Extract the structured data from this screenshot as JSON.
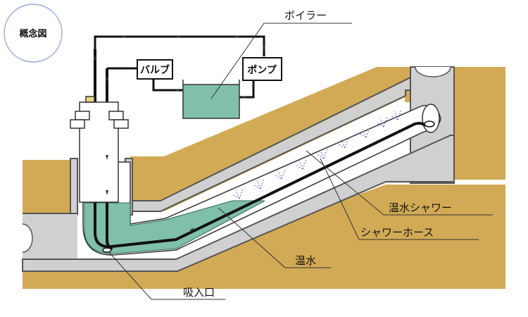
{
  "badge": {
    "label": "概念図"
  },
  "components": {
    "valve": "バルブ",
    "pump": "ポンプ"
  },
  "labels": {
    "boiler": "ボイラー",
    "hot_water_shower": "温水シャワー",
    "shower_hose": "シャワーホース",
    "hot_water": "温水",
    "intake": "吸入口"
  },
  "colors": {
    "soil": "#d2aa55",
    "concrete": "#d0d0d0",
    "concrete_edge": "#555555",
    "water": "#80c0a8",
    "pipe": "#111111",
    "spray": "#5a6ad0",
    "badge_ring": "#9ab0d8"
  }
}
